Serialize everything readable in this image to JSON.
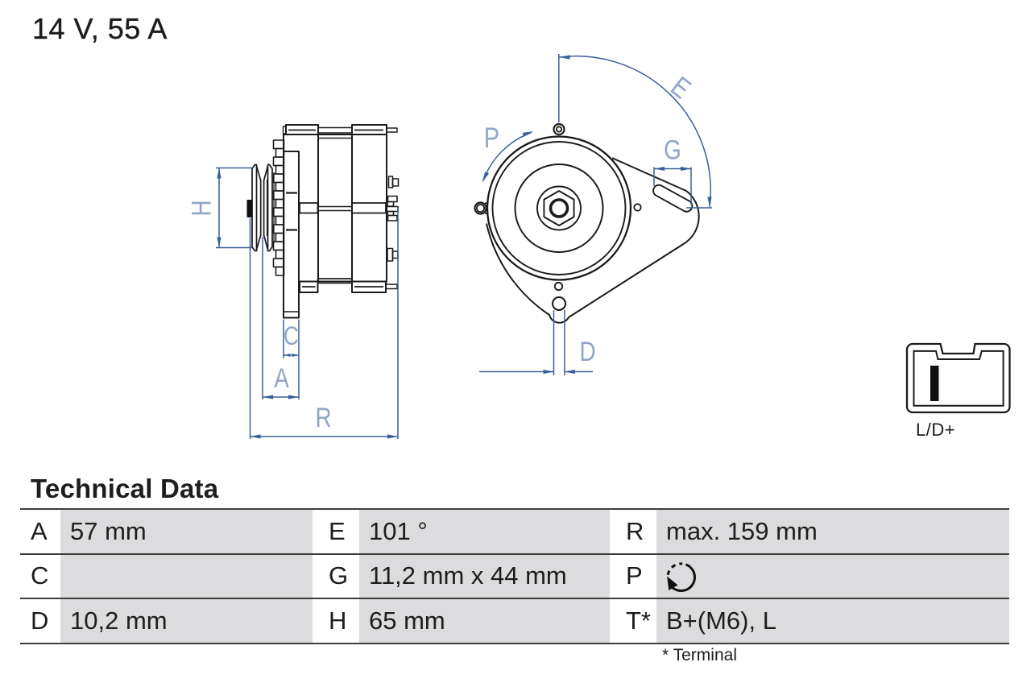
{
  "title": "14 V, 55 A",
  "section_heading": "Technical Data",
  "footnote": "* Terminal",
  "connector": {
    "label": "L/D+",
    "pin_icon": "terminal-pin-icon"
  },
  "drawing": {
    "dimension_labels": {
      "H": "H",
      "C": "C",
      "A": "A",
      "R": "R",
      "P": "P",
      "E": "E",
      "G": "G",
      "D": "D"
    },
    "views": {
      "side_view": "alternator-side-view",
      "front_view": "alternator-front-view"
    }
  },
  "table": {
    "rows": [
      {
        "cells": [
          {
            "key": "A",
            "value": "57 mm"
          },
          {
            "key": "E",
            "value": "101 °"
          },
          {
            "key": "R",
            "value": "max. 159 mm"
          }
        ]
      },
      {
        "cells": [
          {
            "key": "C",
            "value": ""
          },
          {
            "key": "G",
            "value": "11,2 mm x 44 mm"
          },
          {
            "key": "P",
            "value": "",
            "icon": "rotation-direction-icon"
          }
        ]
      },
      {
        "cells": [
          {
            "key": "D",
            "value": "10,2 mm"
          },
          {
            "key": "H",
            "value": "65 mm"
          },
          {
            "key": "T*",
            "value": "B+(M6), L"
          }
        ]
      }
    ]
  },
  "colors": {
    "dimension_line": "#3a5f98",
    "dimension_label": "#93a4c7",
    "drawing_line": "#1b1b1b",
    "table_cell_gray": "#dcdcde",
    "table_rule": "#3d3d3d"
  }
}
